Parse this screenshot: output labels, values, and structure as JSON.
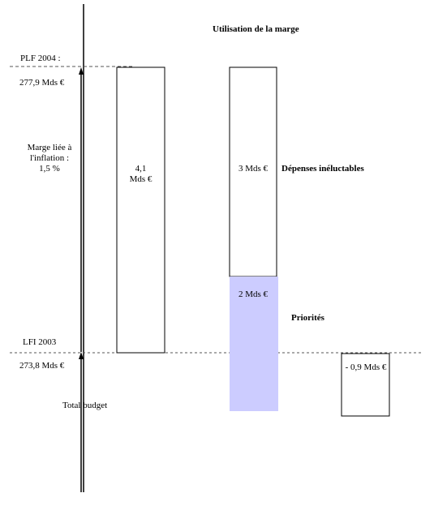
{
  "title": "Utilisation de la marge",
  "levels": {
    "plf_label": "PLF 2004 :",
    "plf_value": "277,9 Mds €",
    "lfi_label": "LFI 2003",
    "lfi_value": "273,8 Mds €"
  },
  "axis_notes": {
    "marge": [
      "Marge liée à",
      "l'inflation :",
      "1,5 %"
    ],
    "total_budget": "Total budget"
  },
  "boxes": {
    "marge_total": [
      "4,1",
      "Mds €"
    ],
    "depenses": "3 Mds €",
    "priorites": "2 Mds €",
    "economies": "- 0,9 Mds €"
  },
  "side_labels": {
    "depenses": "Dépenses inéluctables",
    "priorites": "Priorités"
  },
  "colors": {
    "priorites_fill": "#ccccff",
    "line": "#000000",
    "dashed": "#555555"
  }
}
